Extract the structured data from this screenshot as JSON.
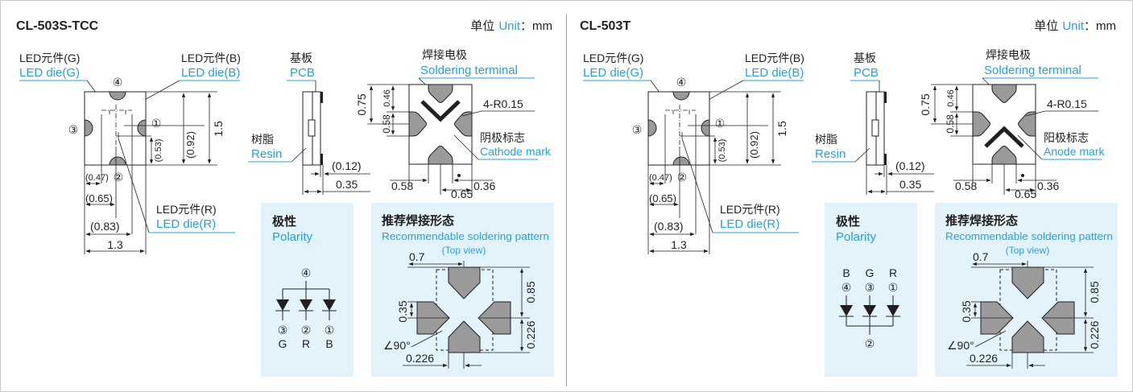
{
  "panels": [
    {
      "model": "CL-503S-TCC",
      "unit": {
        "prefix": "单位",
        "word": "Unit",
        "suffix": "：mm"
      },
      "front": {
        "led_g_cn": "LED元件(G)",
        "led_g_en": "LED die(G)",
        "led_b_cn": "LED元件(B)",
        "led_b_en": "LED die(B)",
        "led_r_cn": "LED元件(R)",
        "led_r_en": "LED die(R)",
        "pin4": "④",
        "pin3": "③",
        "pin1": "①",
        "pin2": "②",
        "dim_047": "(0.47)",
        "dim_065": "(0.65)",
        "dim_083": "(0.83)",
        "dim_13": "1.3",
        "dim_053": "(0.53)",
        "dim_092": "(0.92)",
        "dim_15": "1.5"
      },
      "side": {
        "pcb_cn": "基板",
        "pcb_en": "PCB",
        "resin_cn": "树脂",
        "resin_en": "Resin",
        "dim_012": "(0.12)",
        "dim_035": "0.35"
      },
      "back": {
        "terminal_cn": "焊接电极",
        "terminal_en": "Soldering terminal",
        "radius": "4-R0.15",
        "mark_cn": "阴极标志",
        "mark_en": "Cathode mark",
        "dim_075": "0.75",
        "dim_046": "0.46",
        "dim_058v": "0.58",
        "dim_058": "0.58",
        "dim_036": "0.36",
        "dim_065": "0.65"
      },
      "polarity": {
        "cn": "极性",
        "en": "Polarity",
        "top": [
          "④"
        ],
        "bottom": [
          "③",
          "②",
          "①"
        ],
        "bottom2": [
          "G",
          "R",
          "B"
        ]
      },
      "pattern": {
        "cn": "推荐焊接形态",
        "en": "Recommendable soldering pattern",
        "view": "(Top view)",
        "dim_07": "0.7",
        "dim_085": "0.85",
        "dim_035": "0.35",
        "dim_0226v": "0.226",
        "angle": "∠90°",
        "dim_0226": "0.226"
      }
    },
    {
      "model": "CL-503T",
      "unit": {
        "prefix": "单位",
        "word": "Unit",
        "suffix": "：mm"
      },
      "front": {
        "led_g_cn": "LED元件(G)",
        "led_g_en": "LED die(G)",
        "led_b_cn": "LED元件(B)",
        "led_b_en": "LED die(B)",
        "led_r_cn": "LED元件(R)",
        "led_r_en": "LED die(R)",
        "pin4": "④",
        "pin3": "③",
        "pin1": "①",
        "pin2": "②",
        "dim_047": "(0.47)",
        "dim_065": "(0.65)",
        "dim_083": "(0.83)",
        "dim_13": "1.3",
        "dim_053": "(0.53)",
        "dim_092": "(0.92)",
        "dim_15": "1.5"
      },
      "side": {
        "pcb_cn": "基板",
        "pcb_en": "PCB",
        "resin_cn": "树脂",
        "resin_en": "Resin",
        "dim_012": "(0.12)",
        "dim_035": "0.35"
      },
      "back": {
        "terminal_cn": "焊接电极",
        "terminal_en": "Soldering terminal",
        "radius": "4-R0.15",
        "mark_cn": "阳极标志",
        "mark_en": "Anode mark",
        "dim_075": "0.75",
        "dim_046": "0.46",
        "dim_058v": "0.58",
        "dim_058": "0.58",
        "dim_036": "0.36",
        "dim_065": "0.65"
      },
      "polarity": {
        "cn": "极性",
        "en": "Polarity",
        "top": [
          "B",
          "G",
          "R"
        ],
        "top2": [
          "④",
          "③",
          "①"
        ],
        "bottom": [
          "②"
        ]
      },
      "pattern": {
        "cn": "推荐焊接形态",
        "en": "Recommendable soldering pattern",
        "view": "(Top view)",
        "dim_07": "0.7",
        "dim_085": "0.85",
        "dim_035": "0.35",
        "dim_0226v": "0.226",
        "angle": "∠90°",
        "dim_0226": "0.226"
      }
    }
  ],
  "colors": {
    "accent": "#29a0d8",
    "ink": "#231f20",
    "box": "#e3f3fb",
    "pad": "#9a9a9a"
  }
}
